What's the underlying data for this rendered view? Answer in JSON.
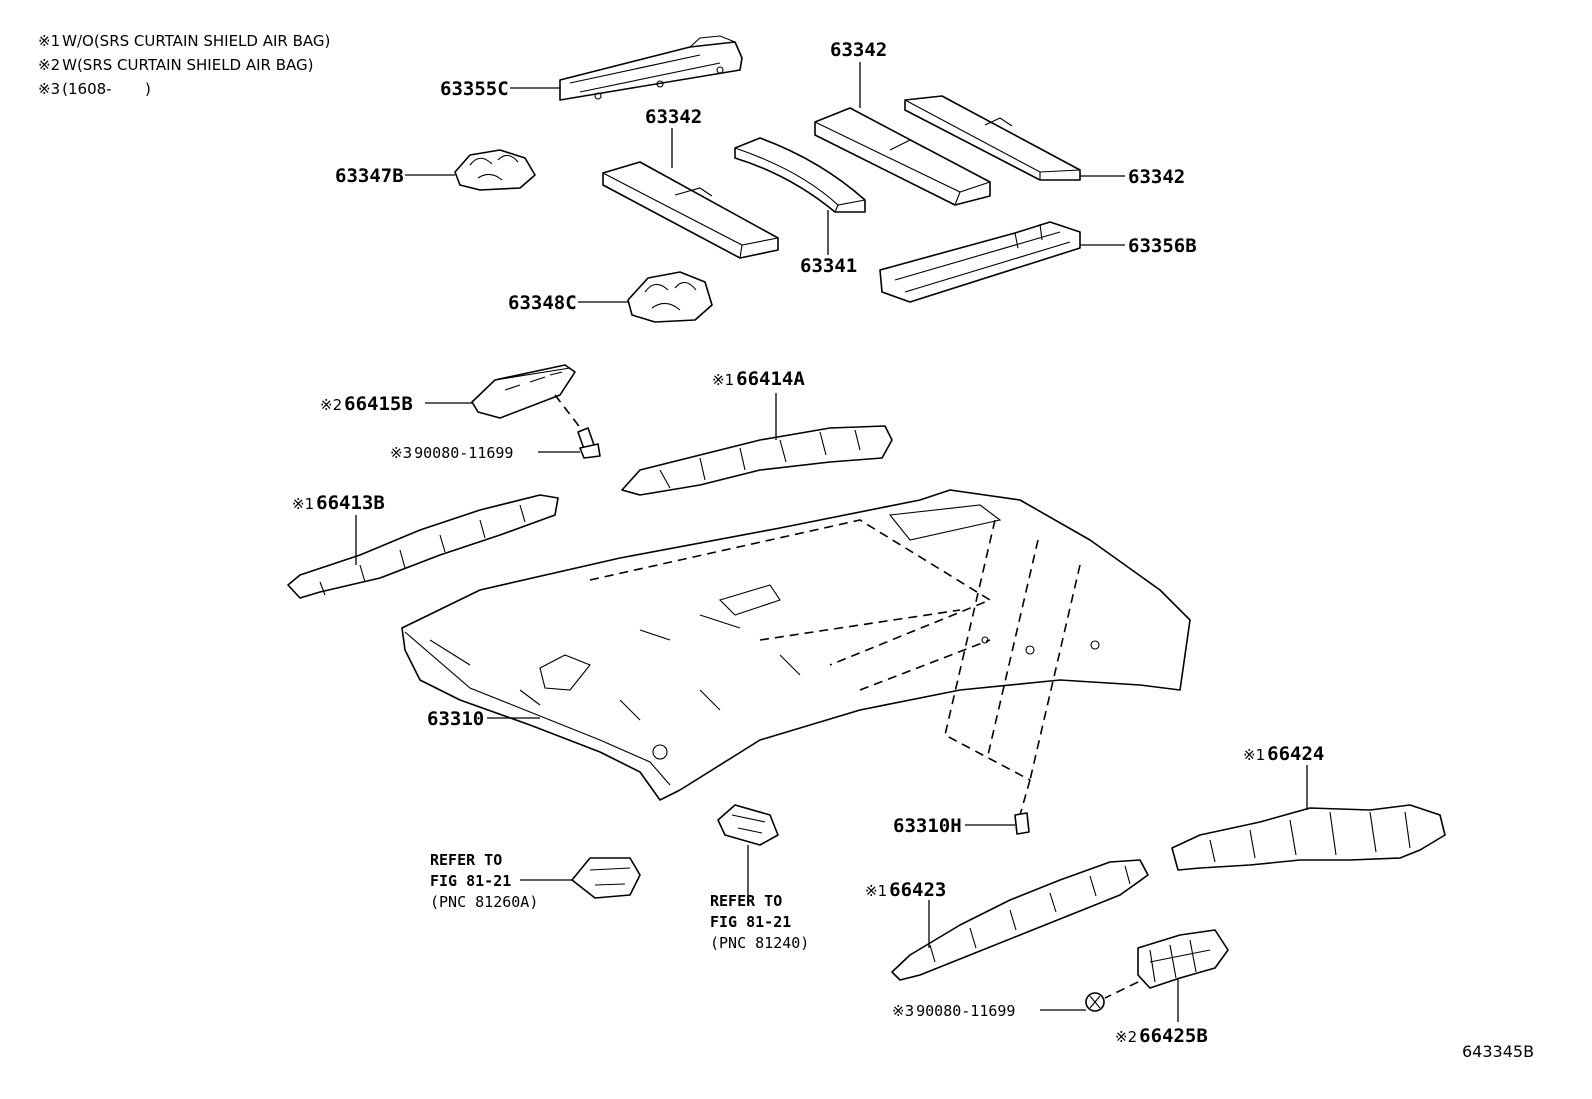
{
  "notes": [
    {
      "mark": "※1",
      "text": "W/O(SRS CURTAIN SHIELD AIR BAG)"
    },
    {
      "mark": "※2",
      "text": "W(SRS CURTAIN SHIELD AIR BAG)"
    },
    {
      "mark": "※3",
      "text": "(1608-       )"
    }
  ],
  "parts": {
    "p63355C": {
      "number": "63355C"
    },
    "p63347B": {
      "number": "63347B"
    },
    "p63342_top": {
      "number": "63342"
    },
    "p63342_mid": {
      "number": "63342"
    },
    "p63342_right": {
      "number": "63342"
    },
    "p63341": {
      "number": "63341"
    },
    "p63356B": {
      "number": "63356B"
    },
    "p63348C": {
      "number": "63348C"
    },
    "p66415B": {
      "mark": "※2",
      "number": "66415B"
    },
    "p90080_upper": {
      "mark": "※3",
      "number": "90080-11699"
    },
    "p66414A": {
      "mark": "※1",
      "number": "66414A"
    },
    "p66413B": {
      "mark": "※1",
      "number": "66413B"
    },
    "p63310": {
      "number": "63310"
    },
    "p63310H": {
      "number": "63310H"
    },
    "p66424": {
      "mark": "※1",
      "number": "66424"
    },
    "p66423": {
      "mark": "※1",
      "number": "66423"
    },
    "p90080_lower": {
      "mark": "※3",
      "number": "90080-11699"
    },
    "p66425B": {
      "mark": "※2",
      "number": "66425B"
    }
  },
  "references": {
    "ref_left": {
      "line1": "REFER TO",
      "line2": "FIG 81-21",
      "line3": "(PNC 81260A)"
    },
    "ref_right": {
      "line1": "REFER TO",
      "line2": "FIG 81-21",
      "line3": "(PNC 81240)"
    }
  },
  "figure_id": "643345B"
}
